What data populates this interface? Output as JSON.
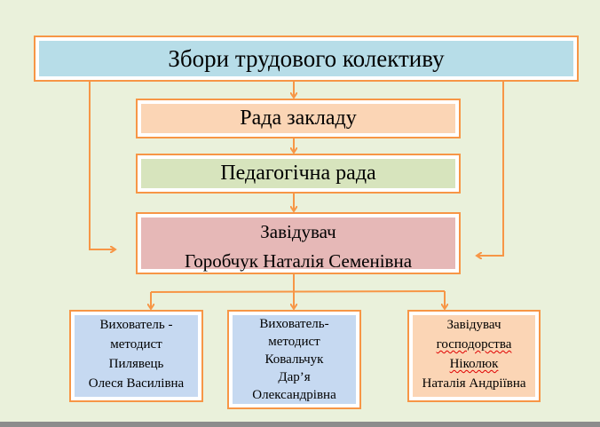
{
  "general_meeting": {
    "label": "Збори трудового колективу",
    "color": "#b7dde8"
  },
  "institution_council": {
    "label": "Рада закладу",
    "color": "#fbd5b5"
  },
  "pedagogical_council": {
    "label": "Педагогічна рада",
    "color": "#d7e4bd"
  },
  "head": {
    "title": "Завідувач",
    "name": "Горобчук Наталія Семенівна",
    "color": "#e6b8b7"
  },
  "subordinates": [
    {
      "lines": [
        "Вихователь -",
        "методист",
        "Пилявець",
        "Олеся Василівна"
      ],
      "color": "#c6d9f1"
    },
    {
      "lines": [
        "Вихователь-",
        "методист",
        "Ковальчук",
        "Дар’я",
        "Олександрівна"
      ],
      "color": "#c6d9f1"
    },
    {
      "lines": [
        "Завідувач",
        "господорства",
        "Ніколюк",
        "Наталія Андріївна"
      ],
      "color": "#fbd5b5"
    }
  ],
  "connector_color": "#f79646"
}
